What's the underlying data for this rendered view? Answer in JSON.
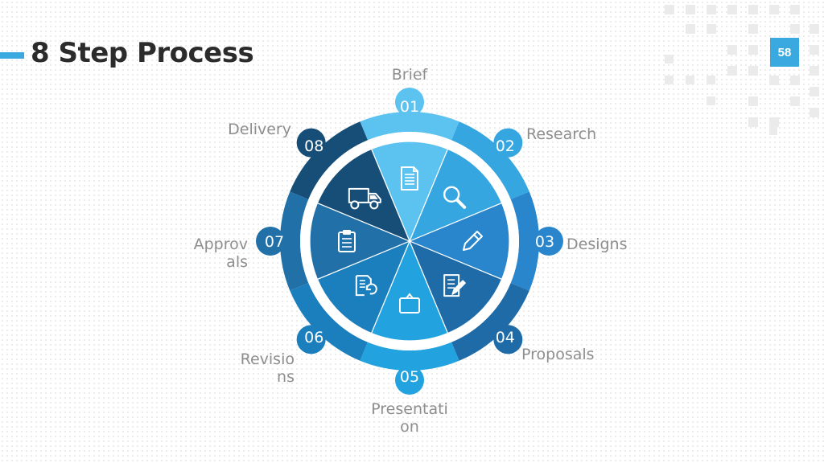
{
  "header": {
    "title": "8 Step Process",
    "page_number": "58"
  },
  "colors": {
    "accent": "#3aa9e0",
    "title": "#2b2b2b",
    "label": "#8e8e8e",
    "deco_squares": "#ebebeb"
  },
  "steps": [
    {
      "number": "01",
      "label_lines": [
        "Brief"
      ],
      "icon": "document-icon",
      "color": "#5cc2f0"
    },
    {
      "number": "02",
      "label_lines": [
        "Research"
      ],
      "icon": "magnifier-icon",
      "color": "#35a6e0"
    },
    {
      "number": "03",
      "label_lines": [
        "Designs"
      ],
      "icon": "pencil-icon",
      "color": "#2a86cc"
    },
    {
      "number": "04",
      "label_lines": [
        "Proposals"
      ],
      "icon": "edit-document-icon",
      "color": "#1e6ba8"
    },
    {
      "number": "05",
      "label_lines": [
        "Presentati",
        "on"
      ],
      "icon": "presentation-board-icon",
      "color": "#22a3e0"
    },
    {
      "number": "06",
      "label_lines": [
        "Revisio",
        "ns"
      ],
      "icon": "revision-icon",
      "color": "#1c7fbd"
    },
    {
      "number": "07",
      "label_lines": [
        "Approv",
        "als"
      ],
      "icon": "clipboard-icon",
      "color": "#2170a8"
    },
    {
      "number": "08",
      "label_lines": [
        "Delivery"
      ],
      "icon": "truck-icon",
      "color": "#174e78"
    }
  ]
}
